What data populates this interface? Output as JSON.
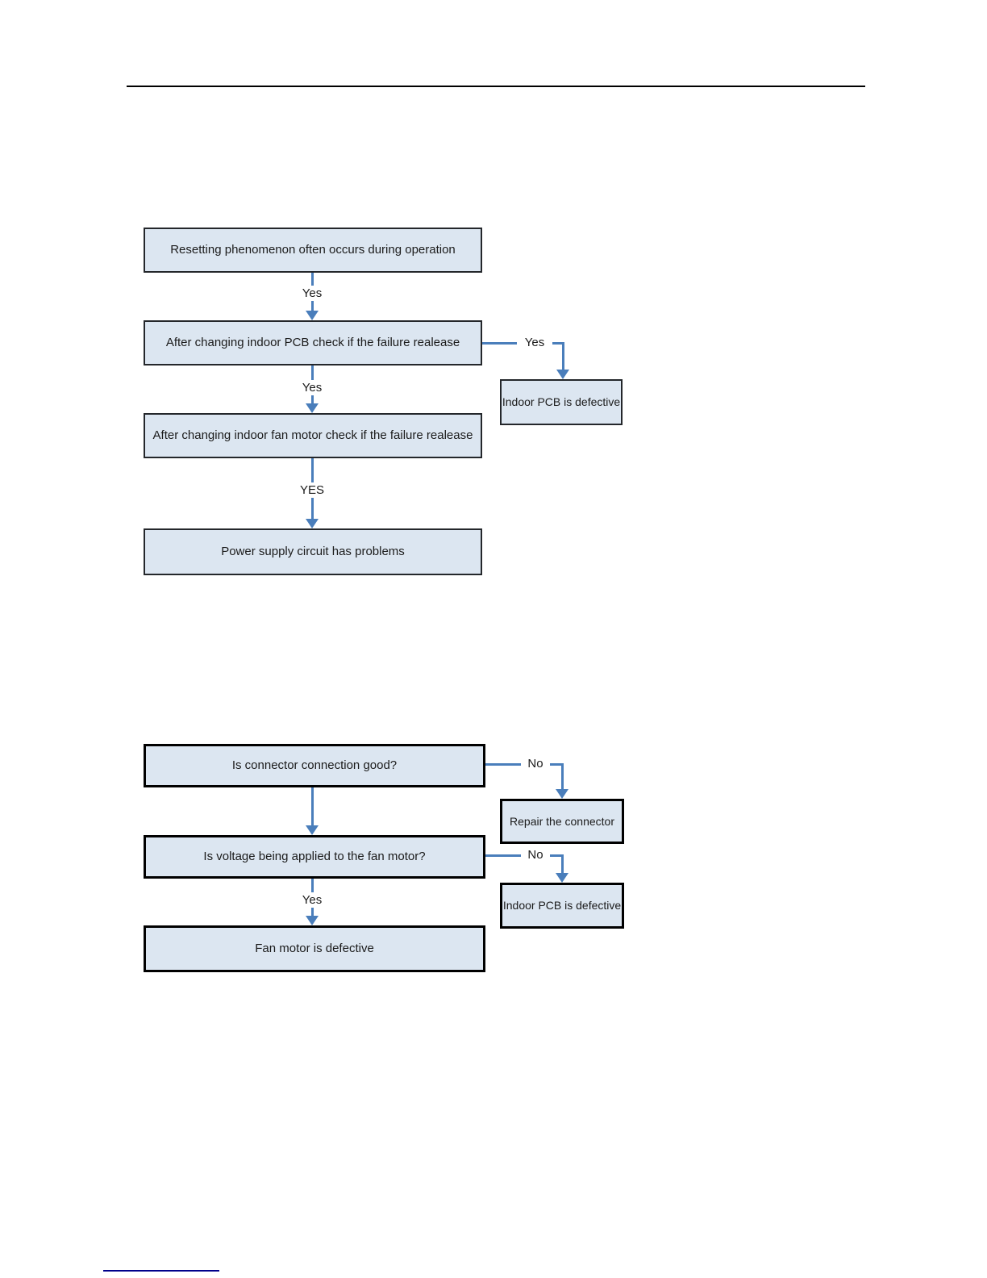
{
  "colors": {
    "fill": "#dce6f1",
    "thin-border": "#24272b",
    "thick-border": "#000000",
    "arrow": "#4a7ebb",
    "rule": "#000000",
    "footer": "#00008b",
    "text": "#1b1b1b"
  },
  "chart1": {
    "start": "Resetting phenomenon often occurs during operation",
    "edge1_label": "Yes",
    "check_pcb": "After changing indoor PCB  check if the failure realease",
    "branch1_label": "Yes",
    "pcb_defective": "Indoor PCB is defective",
    "edge2_label": "Yes",
    "check_fan": "After changing indoor fan motor  check if the failure realease",
    "edge3_label": "YES",
    "power_problem": "Power supply circuit has problems"
  },
  "chart2": {
    "connector_good": "Is connector connection good?",
    "branch1_label": "No",
    "repair_connector": "Repair the connector",
    "voltage_applied": "Is voltage being applied to the fan motor?",
    "branch2_label": "No",
    "pcb_defective": "Indoor PCB is defective",
    "edge_label": "Yes",
    "fan_defective": "Fan motor is defective"
  }
}
